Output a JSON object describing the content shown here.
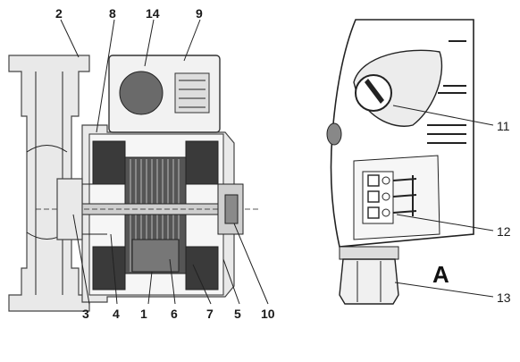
{
  "left_figure": {
    "callouts": {
      "c2": "2",
      "c8": "8",
      "c14": "14",
      "c9": "9",
      "c3": "3",
      "c4": "4",
      "c1": "1",
      "c6": "6",
      "c7": "7",
      "c5": "5",
      "c10": "10"
    }
  },
  "right_figure": {
    "callouts": {
      "c11": "11",
      "c12": "12",
      "c13": "13"
    },
    "view_letter": "A"
  }
}
